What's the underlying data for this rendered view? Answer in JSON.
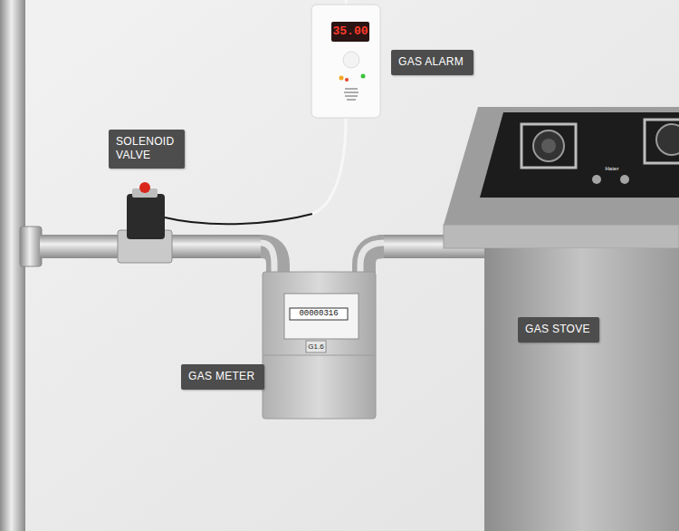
{
  "diagram": {
    "nodes": [
      {
        "text": [
          "GAS ALARM"
        ]
      },
      {
        "text": [
          "SOLENOID VALVE"
        ]
      },
      {
        "text": [
          "GAS METER"
        ]
      },
      {
        "text": [
          "GAS STOVE"
        ]
      }
    ],
    "labels": [
      "35.00",
      "Haier",
      "00000316",
      "G1.6"
    ]
  }
}
